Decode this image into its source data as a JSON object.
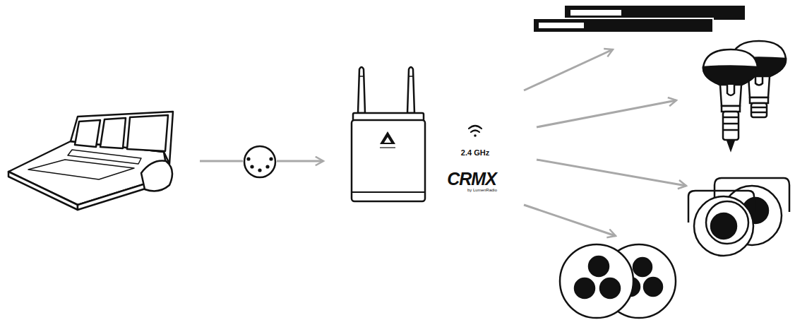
{
  "diagram": {
    "labels": [
      "2.4 GHz",
      "CRMX",
      "by LumenRadio"
    ]
  }
}
